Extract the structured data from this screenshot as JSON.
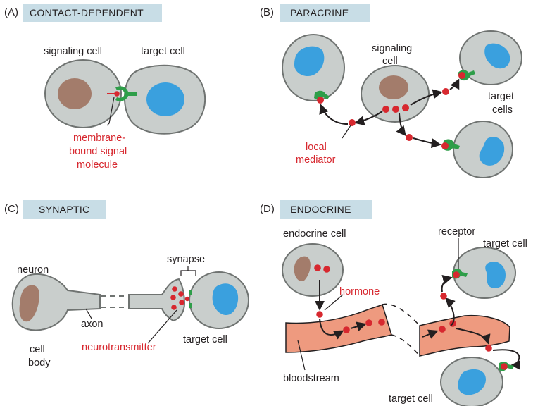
{
  "panels": {
    "a": {
      "letter": "(A)",
      "title": "CONTACT-DEPENDENT",
      "signaling_cell": "signaling cell",
      "target_cell": "target cell",
      "signal_line1": "membrane-",
      "signal_line2": "bound signal",
      "signal_line3": "molecule"
    },
    "b": {
      "letter": "(B)",
      "title": "PARACRINE",
      "signaling_line1": "signaling",
      "signaling_line2": "cell",
      "target_line1": "target",
      "target_line2": "cells",
      "mediator_line1": "local",
      "mediator_line2": "mediator"
    },
    "c": {
      "letter": "(C)",
      "title": "SYNAPTIC",
      "neuron": "neuron",
      "synapse": "synapse",
      "axon": "axon",
      "body_line1": "cell",
      "body_line2": "body",
      "neurotransmitter": "neurotransmitter",
      "target_cell": "target cell"
    },
    "d": {
      "letter": "(D)",
      "title": "ENDOCRINE",
      "endocrine_cell": "endocrine cell",
      "receptor": "receptor",
      "target_cell_top": "target cell",
      "hormone": "hormone",
      "bloodstream": "bloodstream",
      "target_cell_bottom": "target cell"
    }
  },
  "colors": {
    "title_box": "#c8dde6",
    "cell": "#c9cecc",
    "cell_outline": "#6f7371",
    "nucleus_blue": "#3aa0de",
    "nucleus_brown": "#a37c6b",
    "signal": "#d7282f",
    "receptor": "#2e9e49",
    "bloodstream": "#ee9a7f"
  }
}
